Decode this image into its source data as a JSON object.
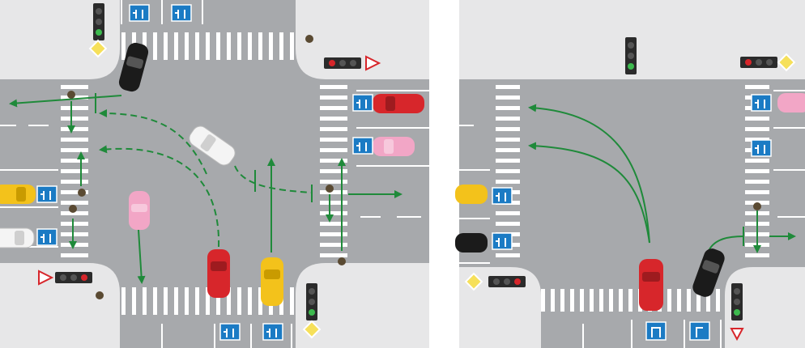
{
  "scenes": [
    {
      "id": "left",
      "cars": [
        {
          "name": "black-car",
          "color": "#1b1b1b"
        },
        {
          "name": "white-car",
          "color": "#f4f4f4"
        },
        {
          "name": "pink-car-center",
          "color": "#f2a6c6"
        },
        {
          "name": "red-car",
          "color": "#d7262b"
        },
        {
          "name": "yellow-car",
          "color": "#f3c21b"
        },
        {
          "name": "red-car-east",
          "color": "#d7262b"
        },
        {
          "name": "pink-car-east",
          "color": "#f2a6c6"
        },
        {
          "name": "yellow-car-west",
          "color": "#f3c21b"
        },
        {
          "name": "white-car-west",
          "color": "#f4f4f4"
        }
      ],
      "traffic_lights": [
        {
          "name": "traffic-light-north",
          "lit": "green"
        },
        {
          "name": "traffic-light-east",
          "lit": "red"
        },
        {
          "name": "traffic-light-west",
          "lit": "red"
        },
        {
          "name": "traffic-light-south",
          "lit": "green"
        }
      ],
      "signs": [
        "lane-direction-sign",
        "priority-road-sign",
        "yield-sign"
      ]
    },
    {
      "id": "right",
      "cars": [
        {
          "name": "red-car",
          "color": "#d7262b"
        },
        {
          "name": "black-car",
          "color": "#1b1b1b"
        },
        {
          "name": "pink-car-east",
          "color": "#f2a6c6"
        },
        {
          "name": "yellow-car-west",
          "color": "#f3c21b"
        },
        {
          "name": "black-car-west",
          "color": "#1b1b1b"
        }
      ],
      "traffic_lights": [
        {
          "name": "traffic-light-north",
          "lit": "green"
        },
        {
          "name": "traffic-light-east",
          "lit": "red"
        },
        {
          "name": "traffic-light-west",
          "lit": "red"
        },
        {
          "name": "traffic-light-south",
          "lit": "green"
        }
      ],
      "signs": [
        "lane-direction-sign",
        "priority-road-sign",
        "yield-sign"
      ]
    }
  ],
  "colors": {
    "road": "#a7a9ac",
    "sidewalk": "#e7e7e8",
    "marking": "#ffffff",
    "arrow_green": "#1f8a3a",
    "sign_blue": "#1b7bc4",
    "sign_red": "#d7262b",
    "priority_yellow": "#f6e05a"
  }
}
